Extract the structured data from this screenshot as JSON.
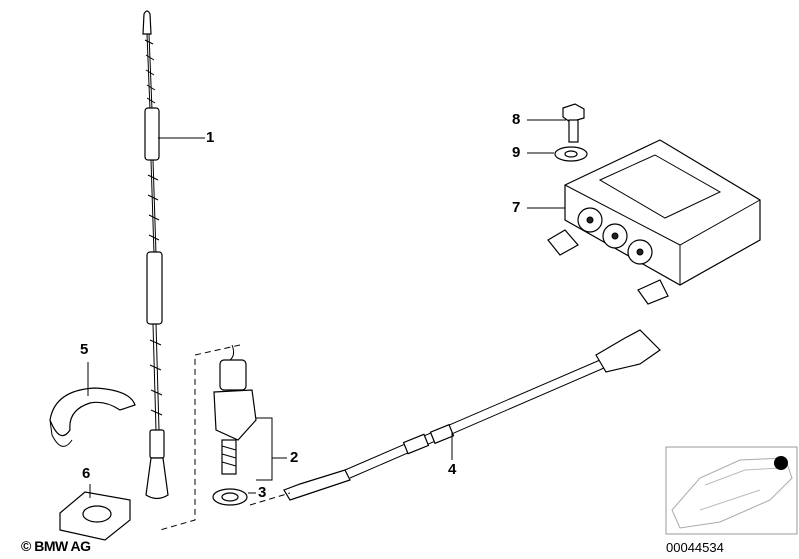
{
  "diagram": {
    "callouts": [
      "1",
      "2",
      "3",
      "4",
      "5",
      "6",
      "7",
      "8",
      "9"
    ],
    "copyright": "© BMW AG",
    "part_number": "00044534",
    "marker_color": "#000000"
  }
}
